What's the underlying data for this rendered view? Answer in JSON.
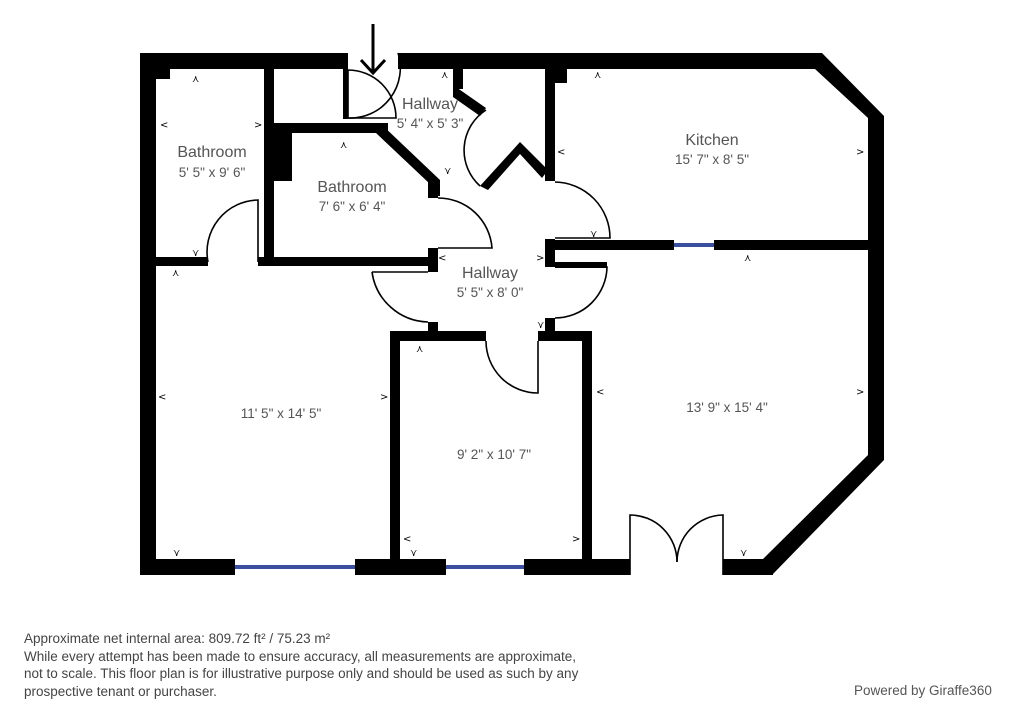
{
  "floorplan": {
    "entrance_arrow": "down-arrow",
    "rooms": [
      {
        "id": "bathroom-1",
        "name": "Bathroom",
        "dimensions": "5' 5\" x 9' 6\""
      },
      {
        "id": "hallway-1",
        "name": "Hallway",
        "dimensions": "5' 4\" x 5' 3\""
      },
      {
        "id": "bathroom-2",
        "name": "Bathroom",
        "dimensions": "7' 6\" x 6' 4\""
      },
      {
        "id": "kitchen",
        "name": "Kitchen",
        "dimensions": "15' 7\" x 8' 5\""
      },
      {
        "id": "hallway-2",
        "name": "Hallway",
        "dimensions": "5' 5\" x 8' 0\""
      },
      {
        "id": "room-left",
        "name": "",
        "dimensions": "11' 5\" x 14' 5\""
      },
      {
        "id": "room-middle",
        "name": "",
        "dimensions": "9' 2\" x 10' 7\""
      },
      {
        "id": "room-right",
        "name": "",
        "dimensions": "13' 9\" x 15' 4\""
      }
    ],
    "colors": {
      "wall": "#000000",
      "window": "#3a4fa0",
      "label": "#555555"
    }
  },
  "footer": {
    "area": "Approximate net internal area: 809.72 ft² / 75.23 m²",
    "disclaimer_line1": "While every attempt has been made to ensure accuracy, all measurements are approximate,",
    "disclaimer_line2": "not to scale. This floor plan is for illustrative purpose only and should be used as such by any",
    "disclaimer_line3": "prospective tenant or purchaser.",
    "powered_by": "Powered by Giraffe360"
  }
}
